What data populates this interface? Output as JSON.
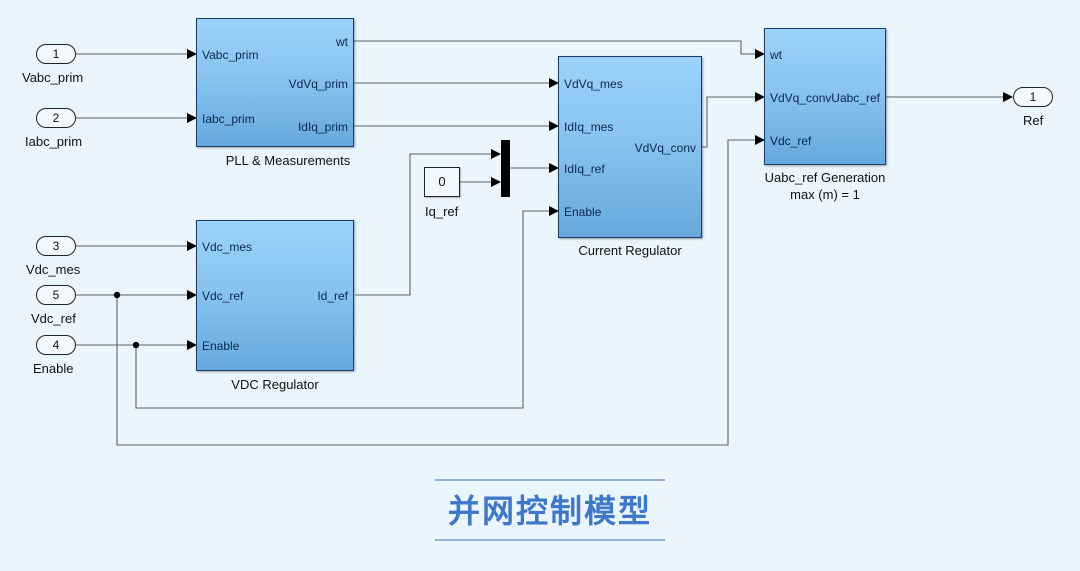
{
  "inports": [
    {
      "number": "1",
      "name": "Vabc_prim"
    },
    {
      "number": "2",
      "name": "Iabc_prim"
    },
    {
      "number": "3",
      "name": "Vdc_mes"
    },
    {
      "number": "5",
      "name": "Vdc_ref"
    },
    {
      "number": "4",
      "name": "Enable"
    }
  ],
  "outports": [
    {
      "number": "1",
      "name": "Ref"
    }
  ],
  "blocks": {
    "pll": {
      "name": "PLL & Measurements",
      "inputs": [
        "Vabc_prim",
        "Iabc_prim"
      ],
      "outputs": [
        "wt",
        "VdVq_prim",
        "IdIq_prim"
      ]
    },
    "vdc": {
      "name": "VDC Regulator",
      "inputs": [
        "Vdc_mes",
        "Vdc_ref",
        "Enable"
      ],
      "outputs": [
        "Id_ref"
      ]
    },
    "current": {
      "name": "Current Regulator",
      "inputs": [
        "VdVq_mes",
        "IdIq_mes",
        "IdIq_ref",
        "Enable"
      ],
      "outputs": [
        "VdVq_conv"
      ]
    },
    "uabc": {
      "name_line1": "Uabc_ref Generation",
      "name_line2": "max (m) = 1",
      "inputs": [
        "wt",
        "VdVq_conv",
        "Vdc_ref"
      ],
      "outputs": [
        "Uabc_ref"
      ]
    }
  },
  "constant": {
    "value": "0",
    "name": "Iq_ref"
  },
  "caption": "并网控制模型",
  "colors": {
    "background": "#eaf5fd",
    "block_top": "#9ad3fb",
    "block_bottom": "#67a8dc",
    "wire": "#5a6470",
    "caption": "#3f77c9"
  }
}
